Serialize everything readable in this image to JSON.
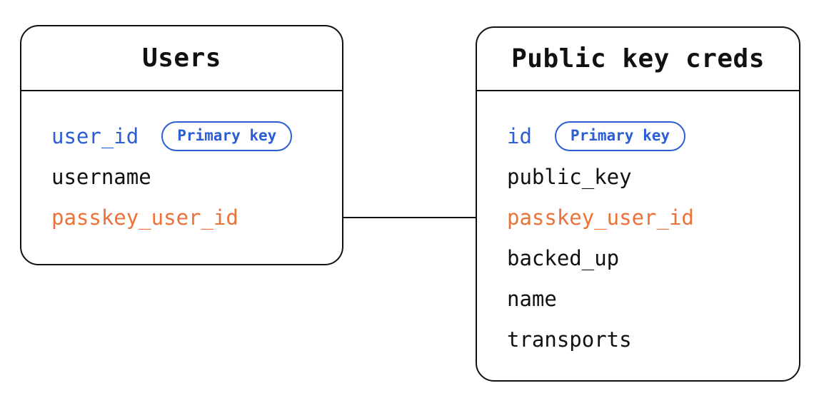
{
  "colors": {
    "line": "#111111",
    "ink": "#111111",
    "blue": "#2B5DD4",
    "orange": "#ED7139",
    "background": "#ffffff"
  },
  "tables": [
    {
      "title": "Users",
      "fields": [
        {
          "name": "user_id",
          "role": "primary-key",
          "badge": "Primary key"
        },
        {
          "name": "username",
          "role": "regular"
        },
        {
          "name": "passkey_user_id",
          "role": "foreign-key"
        }
      ]
    },
    {
      "title": "Public key creds",
      "fields": [
        {
          "name": "id",
          "role": "primary-key",
          "badge": "Primary key"
        },
        {
          "name": "public_key",
          "role": "regular"
        },
        {
          "name": "passkey_user_id",
          "role": "foreign-key"
        },
        {
          "name": "backed_up",
          "role": "regular"
        },
        {
          "name": "name",
          "role": "regular"
        },
        {
          "name": "transports",
          "role": "regular"
        }
      ]
    }
  ],
  "relationship": {
    "from_table": "Users",
    "from_field": "passkey_user_id",
    "to_table": "Public key creds",
    "to_field": "passkey_user_id"
  }
}
